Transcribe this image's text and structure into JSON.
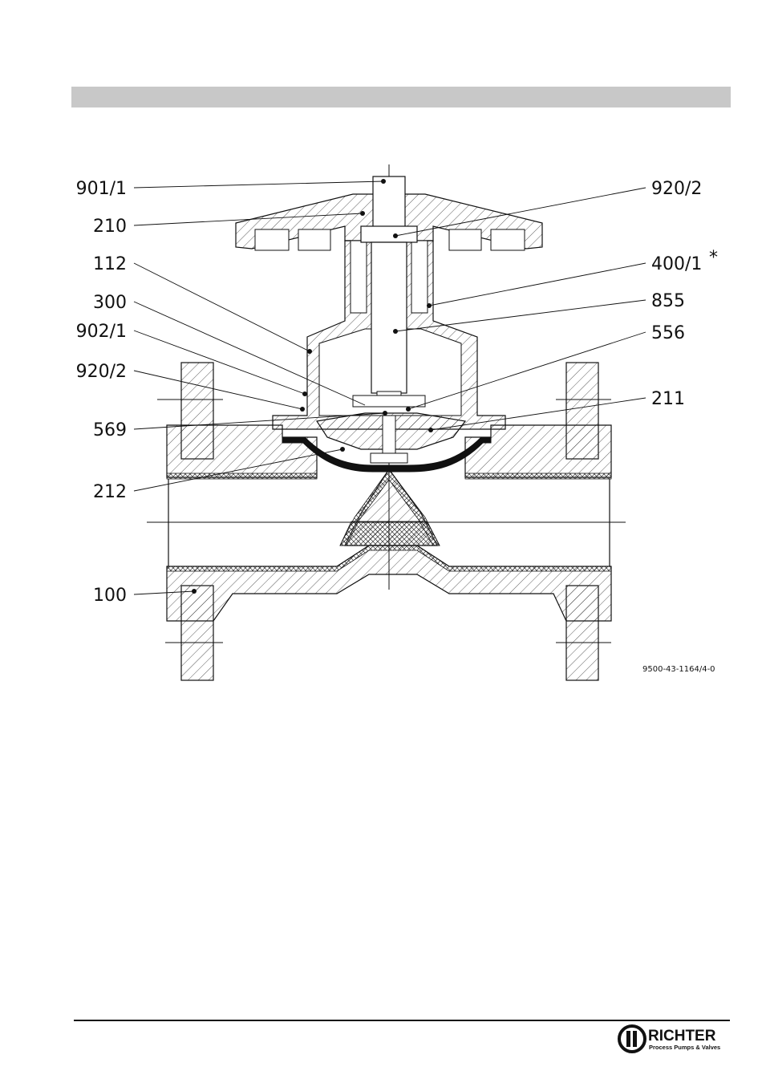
{
  "labels_left": [
    "901/1",
    "210",
    "112",
    "300",
    "902/1",
    "920/2",
    "569",
    "212",
    "100"
  ],
  "labels_right": [
    "920/2",
    "400/1",
    "855",
    "556",
    "211"
  ],
  "asterisk": "*",
  "drawing_number": "9500-43-1164/4-0",
  "brand": {
    "name": "RICHTER",
    "tagline": "Process Pumps & Valves"
  }
}
